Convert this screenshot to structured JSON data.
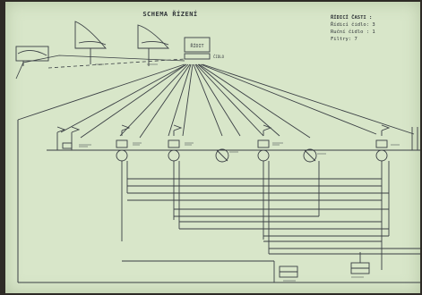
{
  "title": "SCHEMA ŘÍZENÍ",
  "legend": {
    "heading": "ŘÍDICÍ ČASTI :",
    "lines": [
      "Řídicí čidlo: 3",
      "Ruční čidlo : 1",
      "Filtry: 7"
    ]
  },
  "controller_label": "ŘÍDIT",
  "controller_caption": "ČIDLO",
  "colors": {
    "paper": "#d8e6c9",
    "ink": "#3a3f44",
    "background": "#2e2b26"
  }
}
